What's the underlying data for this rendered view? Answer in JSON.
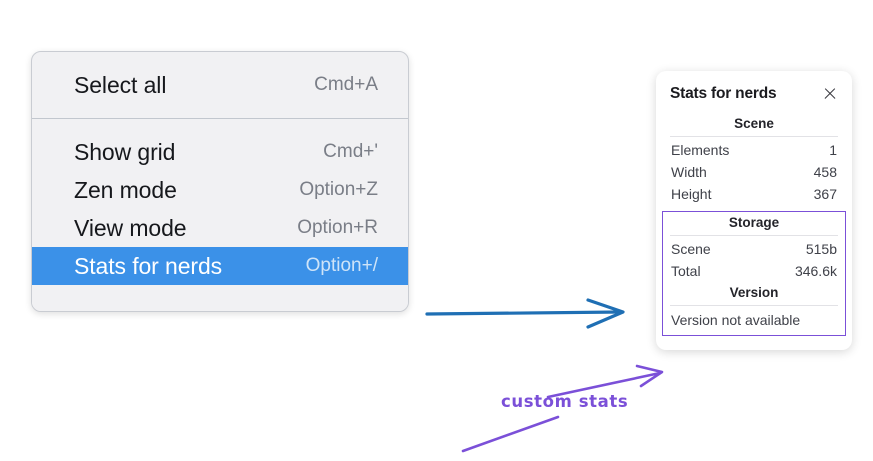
{
  "menu": {
    "groups": [
      {
        "name": "primary",
        "items": [
          {
            "label": "Select all",
            "shortcut": "Cmd+A",
            "selected": false
          }
        ]
      },
      {
        "name": "secondary",
        "items": [
          {
            "label": "Show grid",
            "shortcut": "Cmd+'",
            "selected": false
          },
          {
            "label": "Zen mode",
            "shortcut": "Option+Z",
            "selected": false
          },
          {
            "label": "View mode",
            "shortcut": "Option+R",
            "selected": false
          },
          {
            "label": "Stats for nerds",
            "shortcut": "Option+/",
            "selected": true
          }
        ]
      }
    ],
    "highlight_color": "#3b91e8",
    "background_color": "#f1f1f3"
  },
  "stats_panel": {
    "title": "Stats for nerds",
    "close_icon": "close-icon",
    "sections": [
      {
        "name": "scene",
        "title": "Scene",
        "rows": [
          {
            "label": "Elements",
            "value": "1"
          },
          {
            "label": "Width",
            "value": "458"
          },
          {
            "label": "Height",
            "value": "367"
          }
        ]
      },
      {
        "name": "storage",
        "title": "Storage",
        "rows": [
          {
            "label": "Scene",
            "value": "515b"
          },
          {
            "label": "Total",
            "value": "346.6k"
          }
        ]
      },
      {
        "name": "version",
        "title": "Version",
        "note": "Version not available"
      }
    ],
    "highlight_box_color": "#7b50d8"
  },
  "annotations": {
    "label": "custom stats",
    "label_color": "#7b50d8",
    "blue_arrow_color": "#1f6fb4",
    "purple_arrow_color": "#7b50d8"
  }
}
